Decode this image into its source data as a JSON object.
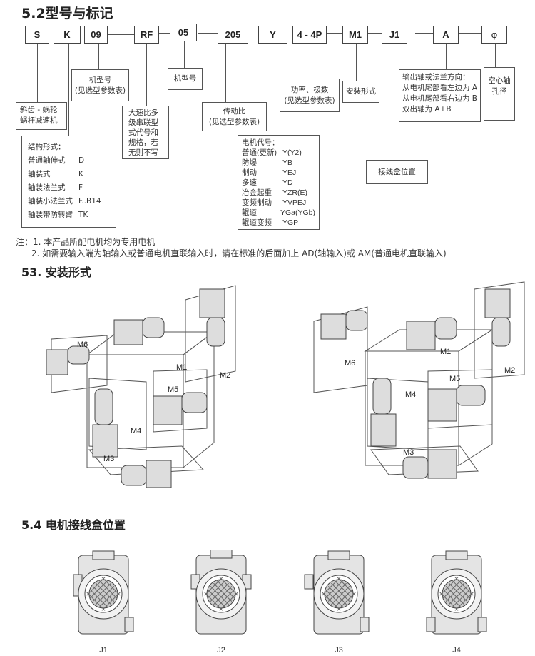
{
  "s52": {
    "title": "5.2型号与标记",
    "codes": [
      "S",
      "K",
      "09",
      "RF",
      "05",
      "205",
      "Y",
      "4 - 4P",
      "M1",
      "J1",
      "A",
      "φ"
    ],
    "size_box": [
      "机型号",
      "(见选型参数表)"
    ],
    "size_box2": "机型号",
    "type_box": [
      "斜齿 - 蜗轮",
      "蜗杆减速机"
    ],
    "rf_box": [
      "大速比多",
      "级串联型",
      "式代号和",
      "规格，若",
      "无则不写"
    ],
    "ratio_box": [
      "传动比",
      "(见选型参数表)"
    ],
    "power_box": [
      "功率、极数",
      "(见选型参数表)"
    ],
    "mount_box": "安装形式",
    "terminal_box": "接线盒位置",
    "hollow_box": [
      "空心轴",
      "孔径"
    ],
    "output_box": {
      "title": "输出轴或法兰方向：",
      "rows": [
        [
          "从电机尾部看左边为",
          "A"
        ],
        [
          "从电机尾部看右边为",
          "B"
        ],
        [
          "双出轴为",
          "A+B"
        ]
      ]
    },
    "structure": {
      "title": "结构形式：",
      "rows": [
        [
          "普通轴伸式",
          "D"
        ],
        [
          "轴装式",
          "K"
        ],
        [
          "轴装法兰式",
          "F"
        ],
        [
          "轴装小法兰式",
          "F..B14"
        ],
        [
          "轴装带防转臂",
          "TK"
        ]
      ]
    },
    "motor": {
      "title": "电机代号：",
      "rows": [
        [
          "普通(更新)",
          "Y(Y2)"
        ],
        [
          "防爆",
          "YB"
        ],
        [
          "制动",
          "YEJ"
        ],
        [
          "多速",
          "YD"
        ],
        [
          "冶金起重",
          "YZR(E)"
        ],
        [
          "变频制动",
          "YVPEJ"
        ],
        [
          "辊道",
          "YGa(YGb)"
        ],
        [
          "辊道变频",
          "YGP"
        ]
      ]
    },
    "notes": [
      "注：1. 本产品所配电机均为专用电机",
      "2. 如需要输入端为轴输入或普通电机直联输入时，请在标准的后面加上 AD(轴输入)或 AM(普通电机直联输入)"
    ]
  },
  "s53": {
    "title": "53. 安装形式",
    "left": [
      "M6",
      "M1",
      "M2",
      "M5",
      "M4",
      "M3"
    ],
    "right": [
      "M6",
      "M1",
      "M2",
      "M5",
      "M4",
      "M3"
    ]
  },
  "s54": {
    "title": "5.4 电机接线盒位置",
    "items": [
      "J1",
      "J2",
      "J3",
      "J4"
    ]
  }
}
